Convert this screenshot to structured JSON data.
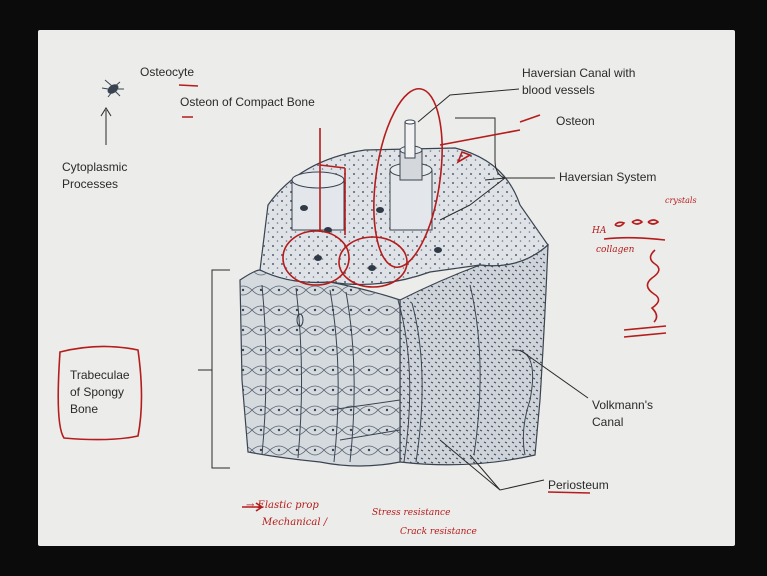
{
  "labels": {
    "osteocyte": "Osteocyte",
    "osteon_compact": "Osteon of Compact Bone",
    "cytoplasmic": "Cytoplasmic",
    "processes": "Processes",
    "haversian_canal_1": "Haversian Canal with",
    "haversian_canal_2": "blood vessels",
    "osteon": "Osteon",
    "haversian_system": "Haversian System",
    "trabeculae_1": "Trabeculae",
    "trabeculae_2": "of Spongy",
    "trabeculae_3": "Bone",
    "volkmann_1": "Volkmann's",
    "volkmann_2": "Canal",
    "periosteum": "Periosteum"
  },
  "handwriting": {
    "ha": "HA",
    "collagen": "collagen",
    "crystals": "crystals",
    "note_1": "→ Elastic prop",
    "note_2": "Mechanical /",
    "note_3": "Stress resistance",
    "note_4": "Crack resistance"
  },
  "colors": {
    "ink": "#2a2a2a",
    "annotation": "#b51c1c",
    "slide": "#ececea",
    "bone_fill": "#d7dbe0"
  }
}
